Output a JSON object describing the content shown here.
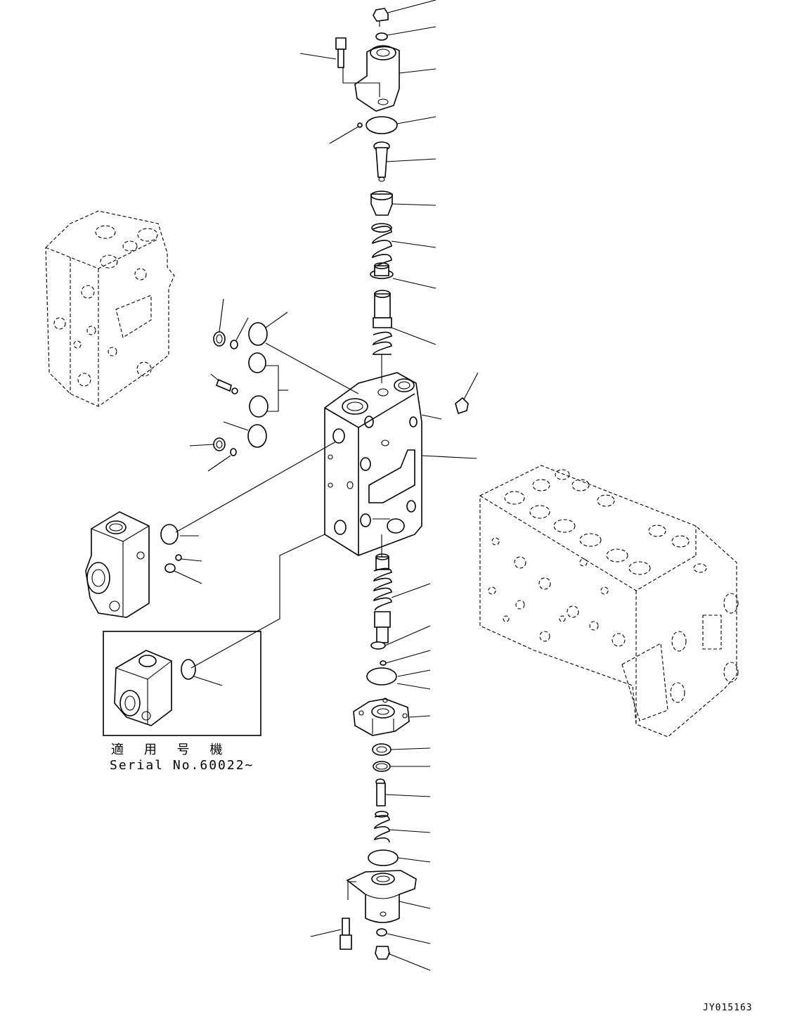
{
  "applicability": {
    "label": "適 用 号 機",
    "serial": "Serial No.60022~"
  },
  "drawing_code": "JY015163"
}
